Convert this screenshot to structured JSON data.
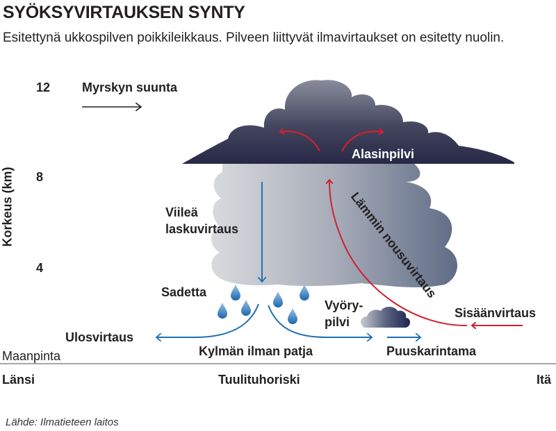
{
  "header": {
    "title": "SYÖKSYVIRTAUKSEN SYNTY",
    "subtitle": "Esitettynä ukkospilven poikkileikkaus. Pilveen liittyvät ilmavirtaukset on esitetty nuolin."
  },
  "axis": {
    "label": "Korkeus (km)",
    "ticks": [
      "12",
      "8",
      "4"
    ]
  },
  "storm_direction": {
    "label": "Myrskyn suunta",
    "icon": "arrow-right-icon"
  },
  "labels": {
    "anvil": "Alasinpilvi",
    "downdraft_line1": "Viileä",
    "downdraft_line2": "laskuvirtaus",
    "updraft": "Lämmin nousuvirtaus",
    "precipitation": "Sadetta",
    "roll_cloud_line1": "Vyöry-",
    "roll_cloud_line2": "pilvi",
    "inflow": "Sisäänvirtaus",
    "outflow": "Ulosvirtaus",
    "cold_pool": "Kylmän ilman patja",
    "gust_front": "Puuskarintama",
    "ground": "Maanpinta"
  },
  "compass": {
    "west": "Länsi",
    "center": "Tuulituhoriski",
    "east": "Itä"
  },
  "source": "Lähde: Ilmatieteen laitos",
  "colors": {
    "anvil_dark": "#2a2c4e",
    "anvil_top": "#7c7f94",
    "cloud_light": "#d4d5d9",
    "cloud_dark": "#6b7891",
    "warm_arrow": "#d0202e",
    "cold_arrow": "#1f6fb3",
    "ground_line": "#8a8a8a",
    "text": "#231f20"
  }
}
